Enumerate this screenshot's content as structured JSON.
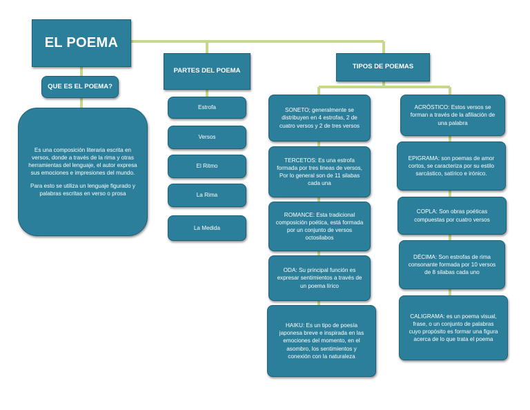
{
  "colors": {
    "node_fill": "#2b7f9b",
    "node_border": "#1d5f75",
    "connector": "#c6d98a",
    "text": "#ffffff"
  },
  "root": {
    "title": "EL POEMA"
  },
  "que_es": {
    "header": "QUE ES EL POEMA?",
    "paragraph_1": "Es una composición literaria escrita en versos, donde a través de la rima y otras herramientas del lenguaje, el autor expresa sus emociones e impresiones del mundo.",
    "paragraph_2": "Para esto se utiliza un lenguaje figurado y palabras escritas en verso o prosa"
  },
  "partes": {
    "header": "PARTES DEL POEMA",
    "items": [
      "Estrofa",
      "Versos",
      "El Ritmo",
      "La Rima",
      "La Medida"
    ]
  },
  "tipos": {
    "header": "TIPOS DE POEMAS",
    "left": [
      "SONETO; generalmente se distribuyen en 4 estrofas, 2 de cuatro versos y 2 de tres versos",
      "TERCETOS: Es una estrofa formada por tres lineas de versos, Por lo general son de 11 silabas cada una",
      "ROMANCE: Esta tradicional composición poética, está formada por un conjunto de versos octosilabos",
      "ODA: Su principal función es expresar sentimientos a través de un poema lírico",
      "HAIKU: Es un tipo de poesía japonesa breve e inspirada en las emociones del momento, en el asombro, los sentimientos y conexión con la naturaleza"
    ],
    "right": [
      "ACRÓSTICO: Estos versos se forman a través de la afiliación de una palabra",
      "EPIGRAMA: son poemas de amor cortos, se caracteriza por su estilo sarcástico, satírico e irónico.",
      "COPLA: Son obras poéticas compuestas por cuatro versos",
      "DÉCIMA: Son estrofas de rima consonante formada por 10 versos de 8 silabas cada uno",
      "CALIGRAMA: es un poema visual, frase, o un conjunto de palabras cuyo propósito es formar una figura acerca de lo que trata el poema"
    ]
  }
}
